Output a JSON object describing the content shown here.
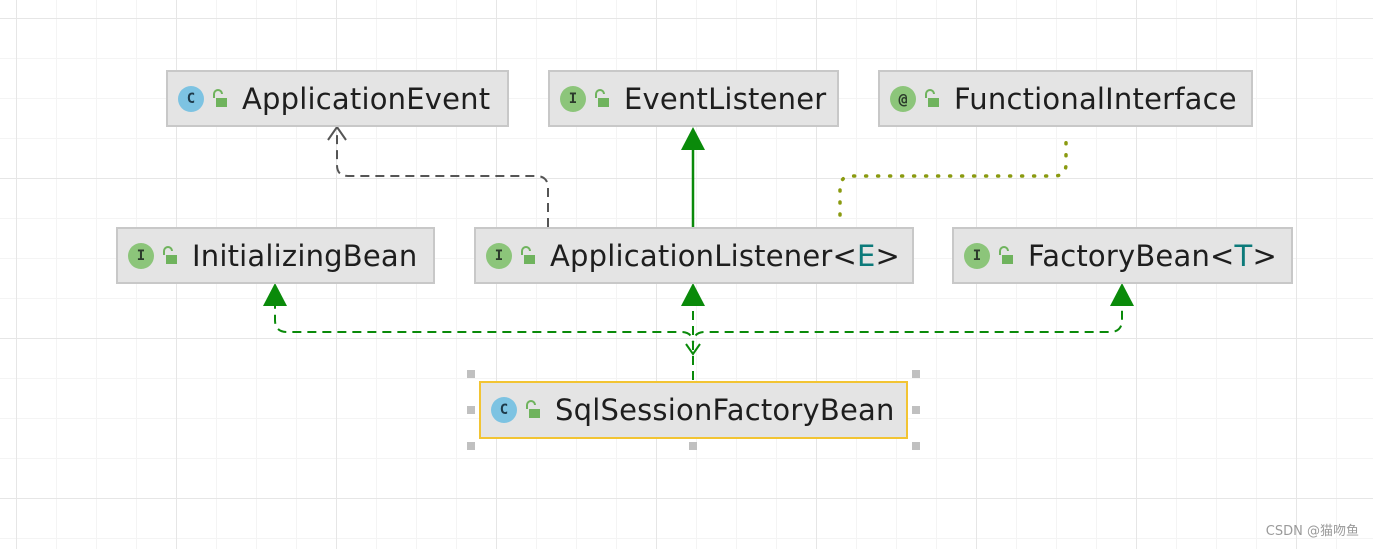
{
  "diagram": {
    "nodes": [
      {
        "id": "ApplicationEvent",
        "kind": "class",
        "badge": "C",
        "name": "ApplicationEvent",
        "type_param": "",
        "selected": false
      },
      {
        "id": "EventListener",
        "kind": "interface",
        "badge": "I",
        "name": "EventListener",
        "type_param": "",
        "selected": false
      },
      {
        "id": "FunctionalInterface",
        "kind": "annotation",
        "badge": "@",
        "name": "FunctionalInterface",
        "type_param": "",
        "selected": false
      },
      {
        "id": "InitializingBean",
        "kind": "interface",
        "badge": "I",
        "name": "InitializingBean",
        "type_param": "",
        "selected": false
      },
      {
        "id": "ApplicationListener",
        "kind": "interface",
        "badge": "I",
        "name": "ApplicationListener",
        "type_param": "E",
        "selected": false
      },
      {
        "id": "FactoryBean",
        "kind": "interface",
        "badge": "I",
        "name": "FactoryBean",
        "type_param": "T",
        "selected": false
      },
      {
        "id": "SqlSessionFactoryBean",
        "kind": "class",
        "badge": "C",
        "name": "SqlSessionFactoryBean",
        "type_param": "",
        "selected": true
      }
    ],
    "edges": [
      {
        "from": "ApplicationListener",
        "to": "ApplicationEvent",
        "relation": "dependency",
        "style": "dashed",
        "color": "#555555"
      },
      {
        "from": "ApplicationListener",
        "to": "EventListener",
        "relation": "extends",
        "style": "solid",
        "color": "#0a8a0a"
      },
      {
        "from": "ApplicationListener",
        "to": "FunctionalInterface",
        "relation": "annotated",
        "style": "dotted",
        "color": "#8a9a10"
      },
      {
        "from": "SqlSessionFactoryBean",
        "to": "InitializingBean",
        "relation": "implements",
        "style": "dashed",
        "color": "#0a8a0a"
      },
      {
        "from": "SqlSessionFactoryBean",
        "to": "ApplicationListener",
        "relation": "implements",
        "style": "dashed",
        "color": "#0a8a0a"
      },
      {
        "from": "SqlSessionFactoryBean",
        "to": "FactoryBean",
        "relation": "implements",
        "style": "dashed",
        "color": "#0a8a0a"
      }
    ]
  },
  "colors": {
    "implements": "#0a8a0a",
    "dependency": "#555555",
    "annotated": "#8a9a10",
    "selection": "#f2c433"
  },
  "watermark": "CSDN @猫吻鱼"
}
